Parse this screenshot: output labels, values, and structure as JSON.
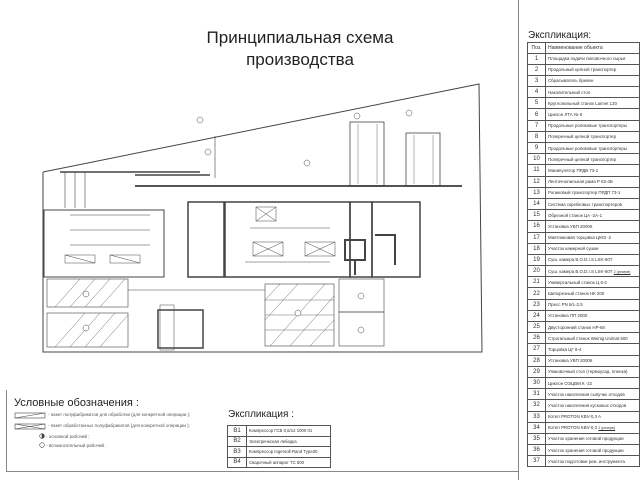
{
  "title": {
    "line1": "Принципиальная схема",
    "line2": "производства"
  },
  "explication": {
    "title": "Экспликация:",
    "header": {
      "pos": "Поз.",
      "name": "Наименование объекта"
    },
    "rows": [
      {
        "pos": "1",
        "name": "Площадка подачи пиловочного сырья"
      },
      {
        "pos": "2",
        "name": "Продольный цепной транспортер"
      },
      {
        "pos": "3",
        "name": "Сбрасыватель бревен"
      },
      {
        "pos": "4",
        "name": "Накопительный стол"
      },
      {
        "pos": "5",
        "name": "Круглопильный станок  Laimet 120"
      },
      {
        "pos": "6",
        "name": "Циклон ЛТА № 6"
      },
      {
        "pos": "7",
        "name": "Продольные роликовые транспортеры"
      },
      {
        "pos": "8",
        "name": "Поперечный цепной транспортер"
      },
      {
        "pos": "9",
        "name": "Продольные роликовые транспортеры"
      },
      {
        "pos": "10",
        "name": "Поперечный цепной транспортер"
      },
      {
        "pos": "11",
        "name": "Манипулятор ПРДВ 73-1"
      },
      {
        "pos": "12",
        "name": "Ленточнопильная рама Р 63-4Б"
      },
      {
        "pos": "13",
        "name": "Роликовый транспортер ПРДП 73-1"
      },
      {
        "pos": "14",
        "name": "Система скребковых транспортеров"
      },
      {
        "pos": "15",
        "name": "Обрезной станок ЦА -2А-1"
      },
      {
        "pos": "16",
        "name": "Установка УВП 2000К"
      },
      {
        "pos": "17",
        "name": "Маятниковая торцовка ЦМЭ -2"
      },
      {
        "pos": "18",
        "name": "Участок камерной сушки"
      },
      {
        "pos": "19",
        "name": "Суш. камера B.O.D.I.S LSK-60T"
      },
      {
        "pos": "20",
        "name": "Суш. камера B.O.D.I.S LSK-60T",
        "note": "2 (резерв)"
      },
      {
        "pos": "21",
        "name": "Универсальный станок Ц 6-2"
      },
      {
        "pos": "22",
        "name": "Шипорезный станок  НК 200"
      },
      {
        "pos": "23",
        "name": "Пресс PN 6/L-2,5"
      },
      {
        "pos": "24",
        "name": "Установка ПП 2000"
      },
      {
        "pos": "25",
        "name": "Двусторонний станок  НР-68"
      },
      {
        "pos": "26",
        "name": "Строгальный станок  Weinig Unimat 500"
      },
      {
        "pos": "27",
        "name": "Торцовка ЦГ 8-4"
      },
      {
        "pos": "28",
        "name": "Установка УВП 2000К"
      },
      {
        "pos": "29",
        "name": "Упаковочный стол  (термоусад. пленка)"
      },
      {
        "pos": "30",
        "name": "Циклон ОЭЦВМ К -22"
      },
      {
        "pos": "31",
        "name": "Участок накопления сыпучих отходов"
      },
      {
        "pos": "32",
        "name": "Участок накопления кусковых отходов"
      },
      {
        "pos": "33",
        "name": "Котел PROTON KBV-0,3 A"
      },
      {
        "pos": "34",
        "name": "Котел PROTON KBV-0,3",
        "note": "2 (резерв)"
      },
      {
        "pos": "35",
        "name": "Участок хранения готовой продукции"
      },
      {
        "pos": "36",
        "name": "Участок хранения готовой продукции"
      },
      {
        "pos": "37",
        "name": "Участок подготовки реж. инструмента"
      }
    ]
  },
  "legend": {
    "title": "Условные обозначения :",
    "items": [
      {
        "text": "- пакет полуфабрикатов для обработки   (для конкретной операции );"
      },
      {
        "text": "- пакет обработанных полуфабрикатов   (для конкретной операции );"
      },
      {
        "text": "- основной рабочий ;"
      },
      {
        "text": "- вспомогательный рабочий ."
      }
    ]
  },
  "aux_explication": {
    "title": "Экспликация :",
    "rows": [
      {
        "pos": "В1",
        "name": "Компрессор ГСВ  0,6/12 1000 01"
      },
      {
        "pos": "В2",
        "name": "Электрическая лебедка"
      },
      {
        "pos": "В3",
        "name": "Компрессор  Ingersoll-Rand Type30"
      },
      {
        "pos": "В4",
        "name": "Сварочный аппарат ТС  500"
      }
    ]
  }
}
